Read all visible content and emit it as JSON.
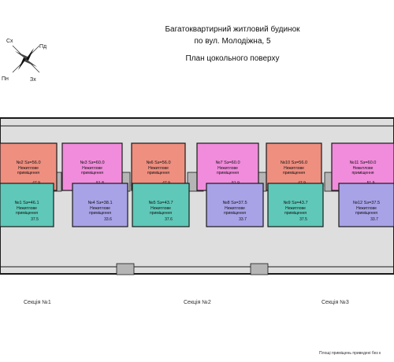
{
  "header": {
    "line1": "Багатоквартирний житловий будинок",
    "line2": "по вул. Молодіжна, 5",
    "line3": "План цокольного поверху"
  },
  "compass": {
    "nw": "Сх",
    "ne": "Пд",
    "sw": "Пн",
    "se": "Зх"
  },
  "rooms_top": [
    {
      "name": "№2 Sз=56.0",
      "kind": "Нежитлове приміщення",
      "area": "47.9",
      "color": "#ee8f80"
    },
    {
      "name": "№3 Sз=60.0",
      "kind": "Нежитлове приміщення",
      "area": "51.8",
      "color": "#f08cdb"
    },
    {
      "name": "№6 Sз=56.0",
      "kind": "Нежитлове приміщення",
      "area": "47.9",
      "color": "#ee8f80"
    },
    {
      "name": "№7 Sз=60.0",
      "kind": "Нежитлове приміщення",
      "area": "51.9",
      "color": "#f08cdb"
    },
    {
      "name": "№10 Sз=56.0",
      "kind": "Нежитлове приміщення",
      "area": "47.9",
      "color": "#ee8f80"
    },
    {
      "name": "№11 Sз=60.0",
      "kind": "Нежитлове приміщення",
      "area": "51.9",
      "color": "#f08cdb"
    }
  ],
  "rooms_bottom": [
    {
      "name": "№1 Sз=46.1",
      "kind": "Нежитлове приміщення",
      "area": "37.5",
      "color": "#5fc8b8"
    },
    {
      "name": "№4 Sз=38.1",
      "kind": "Нежитлове приміщення",
      "area": "33.6",
      "color": "#a8a2e6"
    },
    {
      "name": "№5 Sз=43.7",
      "kind": "Нежитлове приміщення",
      "area": "37.6",
      "color": "#5fc8b8"
    },
    {
      "name": "№8 Sз=37.5",
      "kind": "Нежитлове приміщення",
      "area": "33.7",
      "color": "#a8a2e6"
    },
    {
      "name": "№9 Sз=43.7",
      "kind": "Нежитлове приміщення",
      "area": "37.5",
      "color": "#5fc8b8"
    },
    {
      "name": "№12 Sз=37.5",
      "kind": "Нежитлове приміщення",
      "area": "33.7",
      "color": "#a8a2e6"
    }
  ],
  "sections": [
    "Секція №1",
    "Секція №2",
    "Секція №3"
  ],
  "footnote": "Площі приміщень приведені без к",
  "colors": {
    "wall": "#1a1a1a",
    "corridor": "#cfcfcf",
    "shaft": "#b0b0b0"
  }
}
